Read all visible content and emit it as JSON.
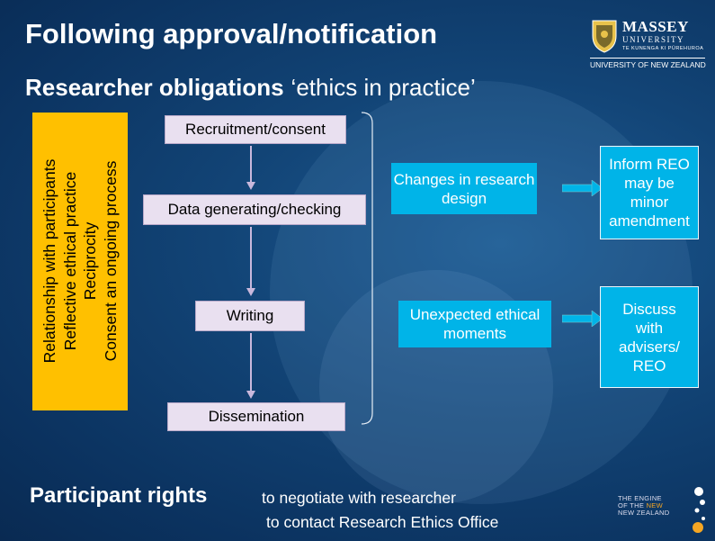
{
  "title": "Following approval/notification",
  "subtitle": {
    "bold": "Researcher obligations",
    "normal": "‘ethics in practice’"
  },
  "logo": {
    "name": "MASSEY",
    "university": "UNIVERSITY",
    "maori": "TE KUNENGA KI PŪREHUROA",
    "nz": "UNIVERSITY OF NEW ZEALAND"
  },
  "side_panel": {
    "lines": [
      "Relationship with participants",
      "Reflective ethical practice",
      "Reciprocity",
      "Consent an ongoing process"
    ],
    "color": "#ffc000"
  },
  "process_steps": [
    "Recruitment/consent",
    "Data generating/checking",
    "Writing",
    "Dissemination"
  ],
  "actions": [
    {
      "trigger": "Changes in research design",
      "response": "Inform REO may be minor amendment"
    },
    {
      "trigger": "Unexpected ethical moments",
      "response": "Discuss with advisers/ REO"
    }
  ],
  "footer": {
    "bold": "Participant rights",
    "line1": "to negotiate with researcher",
    "line2": "to contact Research Ethics Office",
    "engine": {
      "line1": "THE ENGINE",
      "line2a": "OF THE ",
      "line2b": "NEW",
      "line3": "NEW ZEALAND"
    }
  },
  "colors": {
    "background": "#0c3565",
    "accent": "#00b4e8",
    "box": "#e9e0f0",
    "yellow": "#ffc000"
  }
}
